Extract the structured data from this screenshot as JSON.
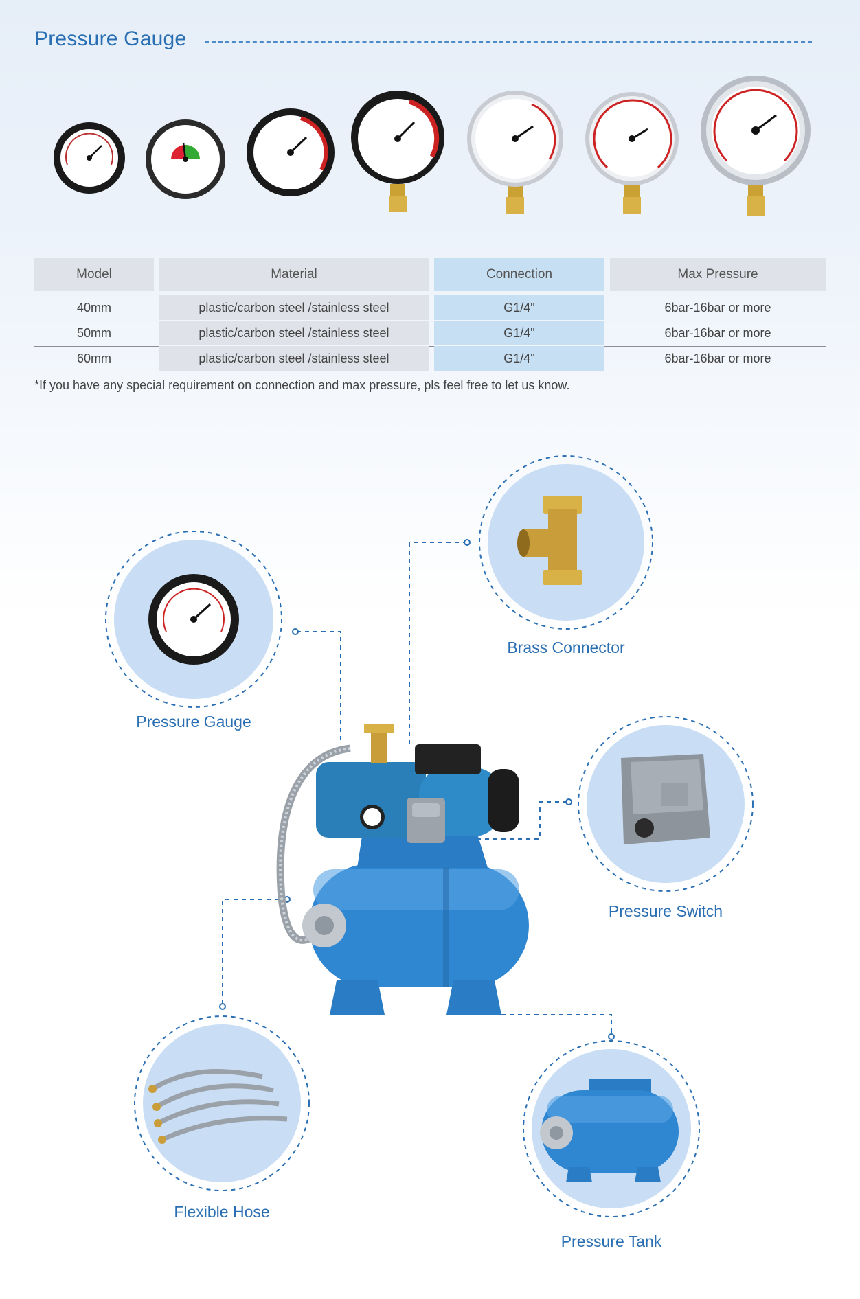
{
  "section_title": "Pressure Gauge",
  "table": {
    "headers": [
      "Model",
      "Material",
      "Connection",
      "Max Pressure"
    ],
    "rows": [
      [
        "40mm",
        "plastic/carbon steel /stainless steel",
        "G1/4\"",
        "6bar-16bar or more"
      ],
      [
        "50mm",
        "plastic/carbon steel /stainless steel",
        "G1/4\"",
        "6bar-16bar or more"
      ],
      [
        "60mm",
        "plastic/carbon steel /stainless steel",
        "G1/4\"",
        "6bar-16bar or more"
      ]
    ],
    "note": "*If you have any special requirement on connection and max pressure, pls feel free to let us know."
  },
  "components": {
    "pressure_gauge": "Pressure Gauge",
    "brass_connector": "Brass Connector",
    "pressure_switch": "Pressure Switch",
    "flexible_hose": "Flexible Hose",
    "pressure_tank": "Pressure Tank"
  },
  "colors": {
    "accent": "#2a6fb3",
    "header_gray": "#dfe2e8",
    "header_blue": "#c7dff3",
    "circle_fill": "#c9def4",
    "pump_blue": "#2f86d1"
  },
  "icons": [
    "pressure-gauge-icon",
    "brass-tee-icon",
    "pressure-switch-icon",
    "flexible-hose-icon",
    "pressure-tank-icon",
    "water-pump-icon"
  ]
}
